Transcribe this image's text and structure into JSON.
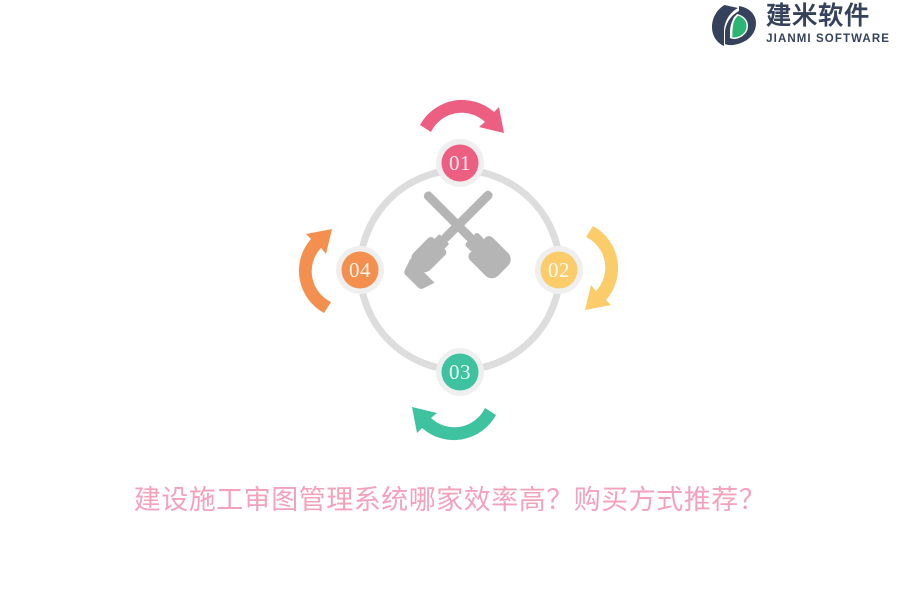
{
  "brand": {
    "logo_icon": "jianmi-leaf-logo",
    "name_cn": "建米软件",
    "name_en": "JIANMI SOFTWARE",
    "colors": {
      "navy": "#36425c",
      "green": "#2bb673"
    }
  },
  "diagram": {
    "type": "cycle",
    "center_icon": "crossed-hammer-pickaxe-icon",
    "center_icon_color": "#b3b3b3",
    "ring_color": "#dddddd",
    "nodes": [
      {
        "id": "01",
        "label": "01",
        "position": "top",
        "color": "#ec5f83",
        "arrow": "curved-arrow-right"
      },
      {
        "id": "02",
        "label": "02",
        "position": "right",
        "color": "#fbcc6a",
        "arrow": "curved-arrow-down"
      },
      {
        "id": "03",
        "label": "03",
        "position": "bottom",
        "color": "#3ec2a0",
        "arrow": "curved-arrow-left"
      },
      {
        "id": "04",
        "label": "04",
        "position": "left",
        "color": "#f4904f",
        "arrow": "curved-arrow-up"
      }
    ]
  },
  "caption": {
    "text": "建设施工审图管理系统哪家效率高？购买方式推荐？",
    "color": "#f4a2bb"
  }
}
